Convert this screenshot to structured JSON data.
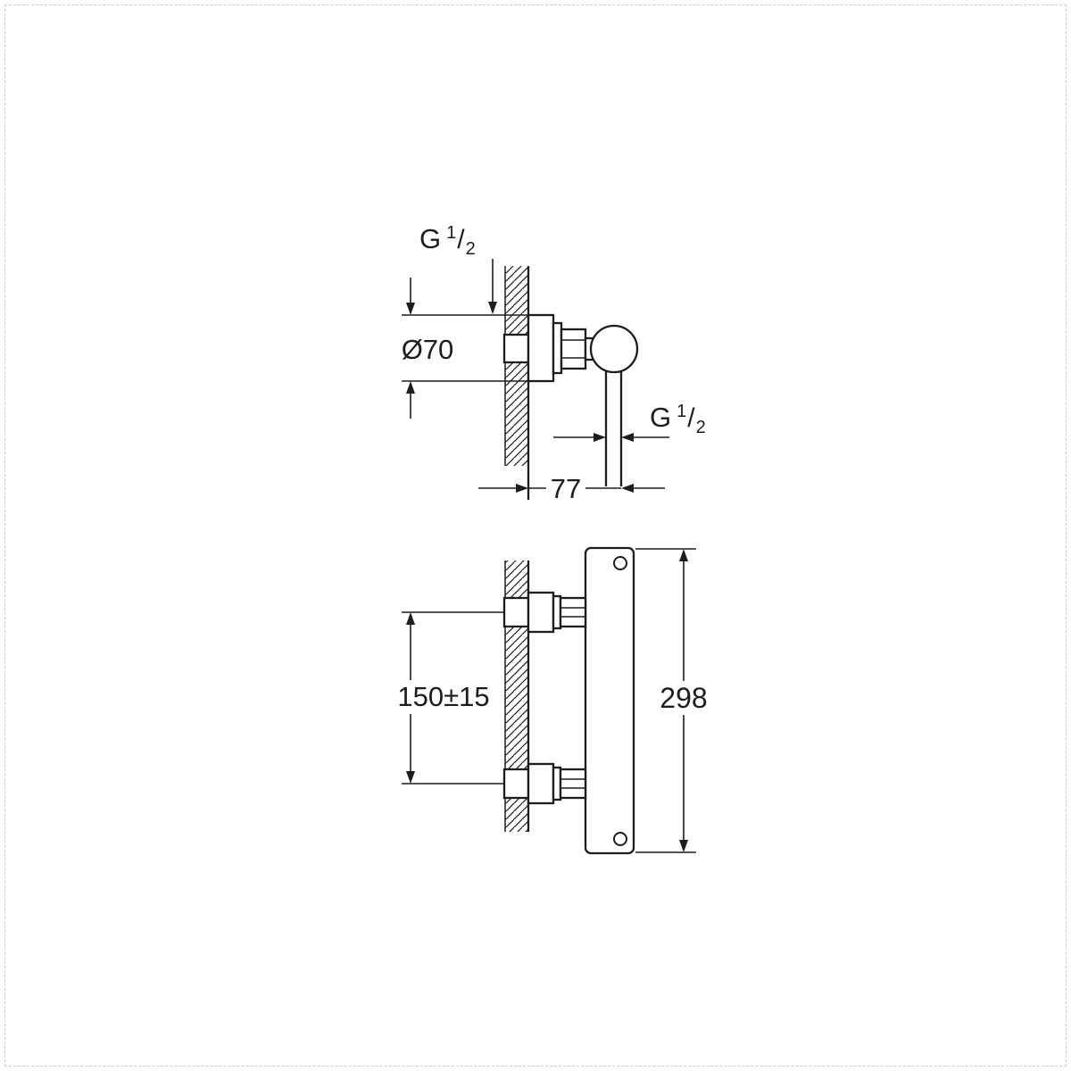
{
  "colors": {
    "line": "#1d1d1b",
    "background": "#ffffff",
    "frame": "#cbcbcb"
  },
  "labels": {
    "thread": {
      "g": "G",
      "num": "1",
      "slash": "/",
      "den": "2"
    },
    "flange_diameter": "Ø70",
    "wall_to_outlet": "77",
    "inlet_spacing": "150±15",
    "total_height": "298"
  }
}
